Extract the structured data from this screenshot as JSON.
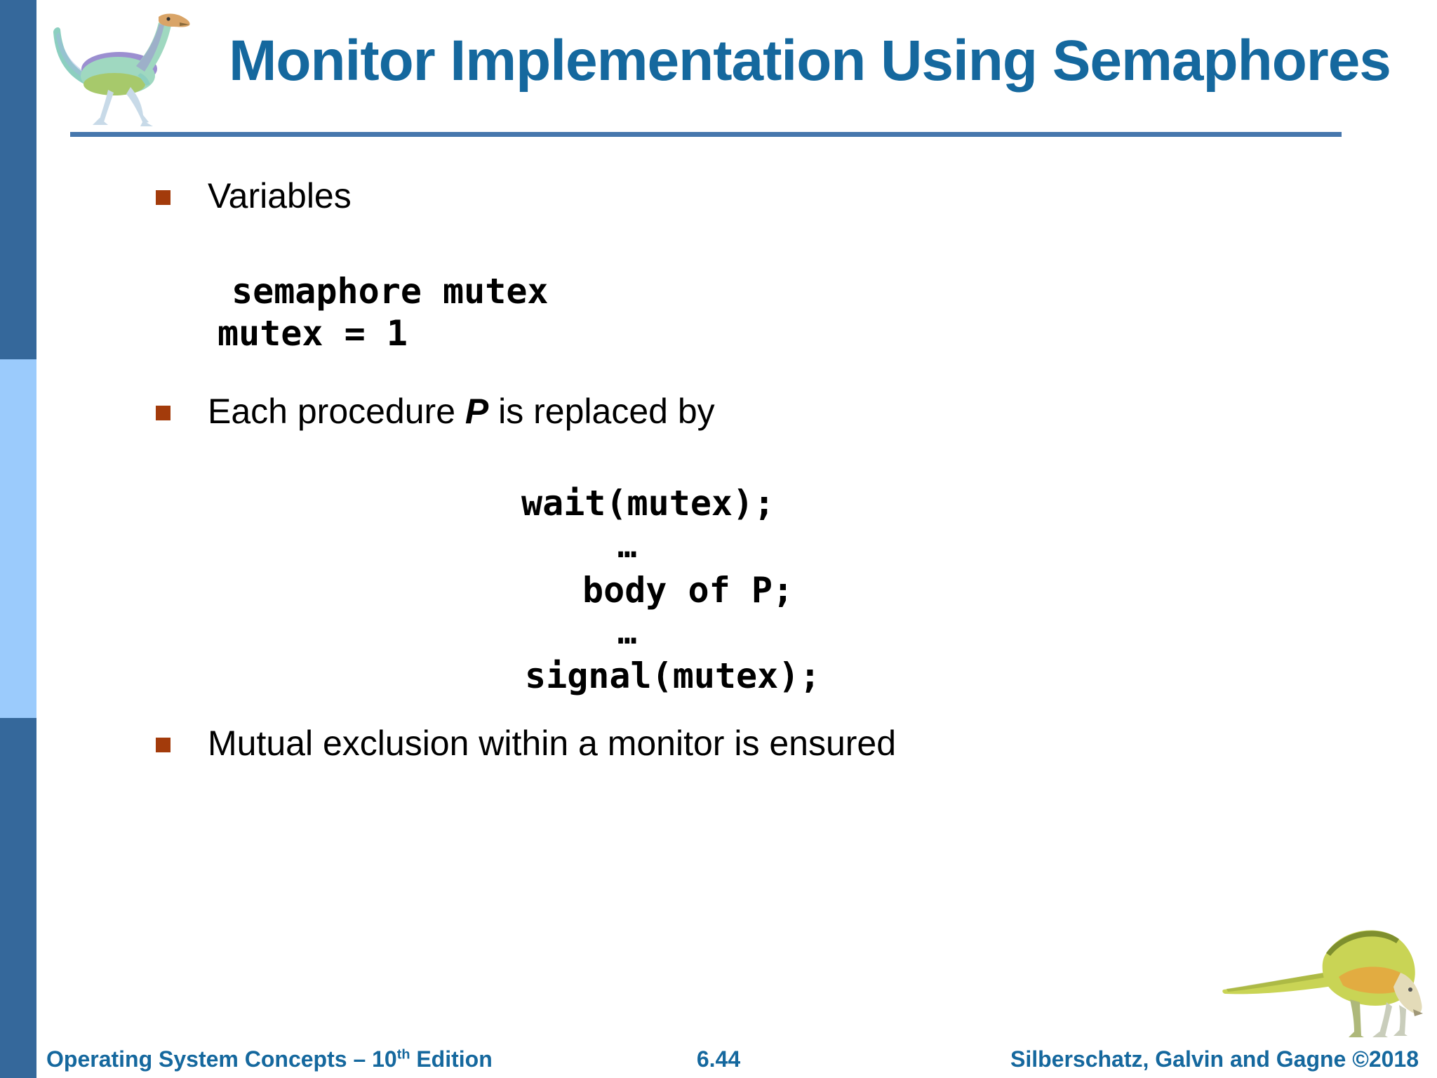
{
  "header": {
    "title": "Monitor Implementation Using Semaphores"
  },
  "content": {
    "bullet1": {
      "label": "Variables"
    },
    "code1": {
      "line1": "semaphore mutex",
      "line2": "mutex = 1"
    },
    "bullet2": {
      "prefix": "Each procedure ",
      "emphasis": "P",
      "suffix": " is replaced by"
    },
    "code2": {
      "line1": "wait(mutex);",
      "ellipsis1": "…",
      "line2": "body of P;",
      "ellipsis2": "…",
      "line3": "signal(mutex);"
    },
    "bullet3": {
      "label": "Mutual exclusion within a monitor is ensured"
    }
  },
  "footer": {
    "book": {
      "prefix": "Operating System Concepts – 10",
      "superscript": "th",
      "suffix": " Edition"
    },
    "page_number": "6.44",
    "authors": "Silberschatz, Galvin and Gagne ©2018"
  },
  "icons": {
    "top_left": "dinosaur-logo-icon",
    "bottom_right": "dinosaur-grazing-icon"
  },
  "colors": {
    "title_blue": "#15689E",
    "underline_blue": "#4677AD",
    "sidebar_dark": "#35689B",
    "sidebar_light": "#9BCBFC",
    "bullet_red": "#A33B0B",
    "code_black": "#000000"
  }
}
